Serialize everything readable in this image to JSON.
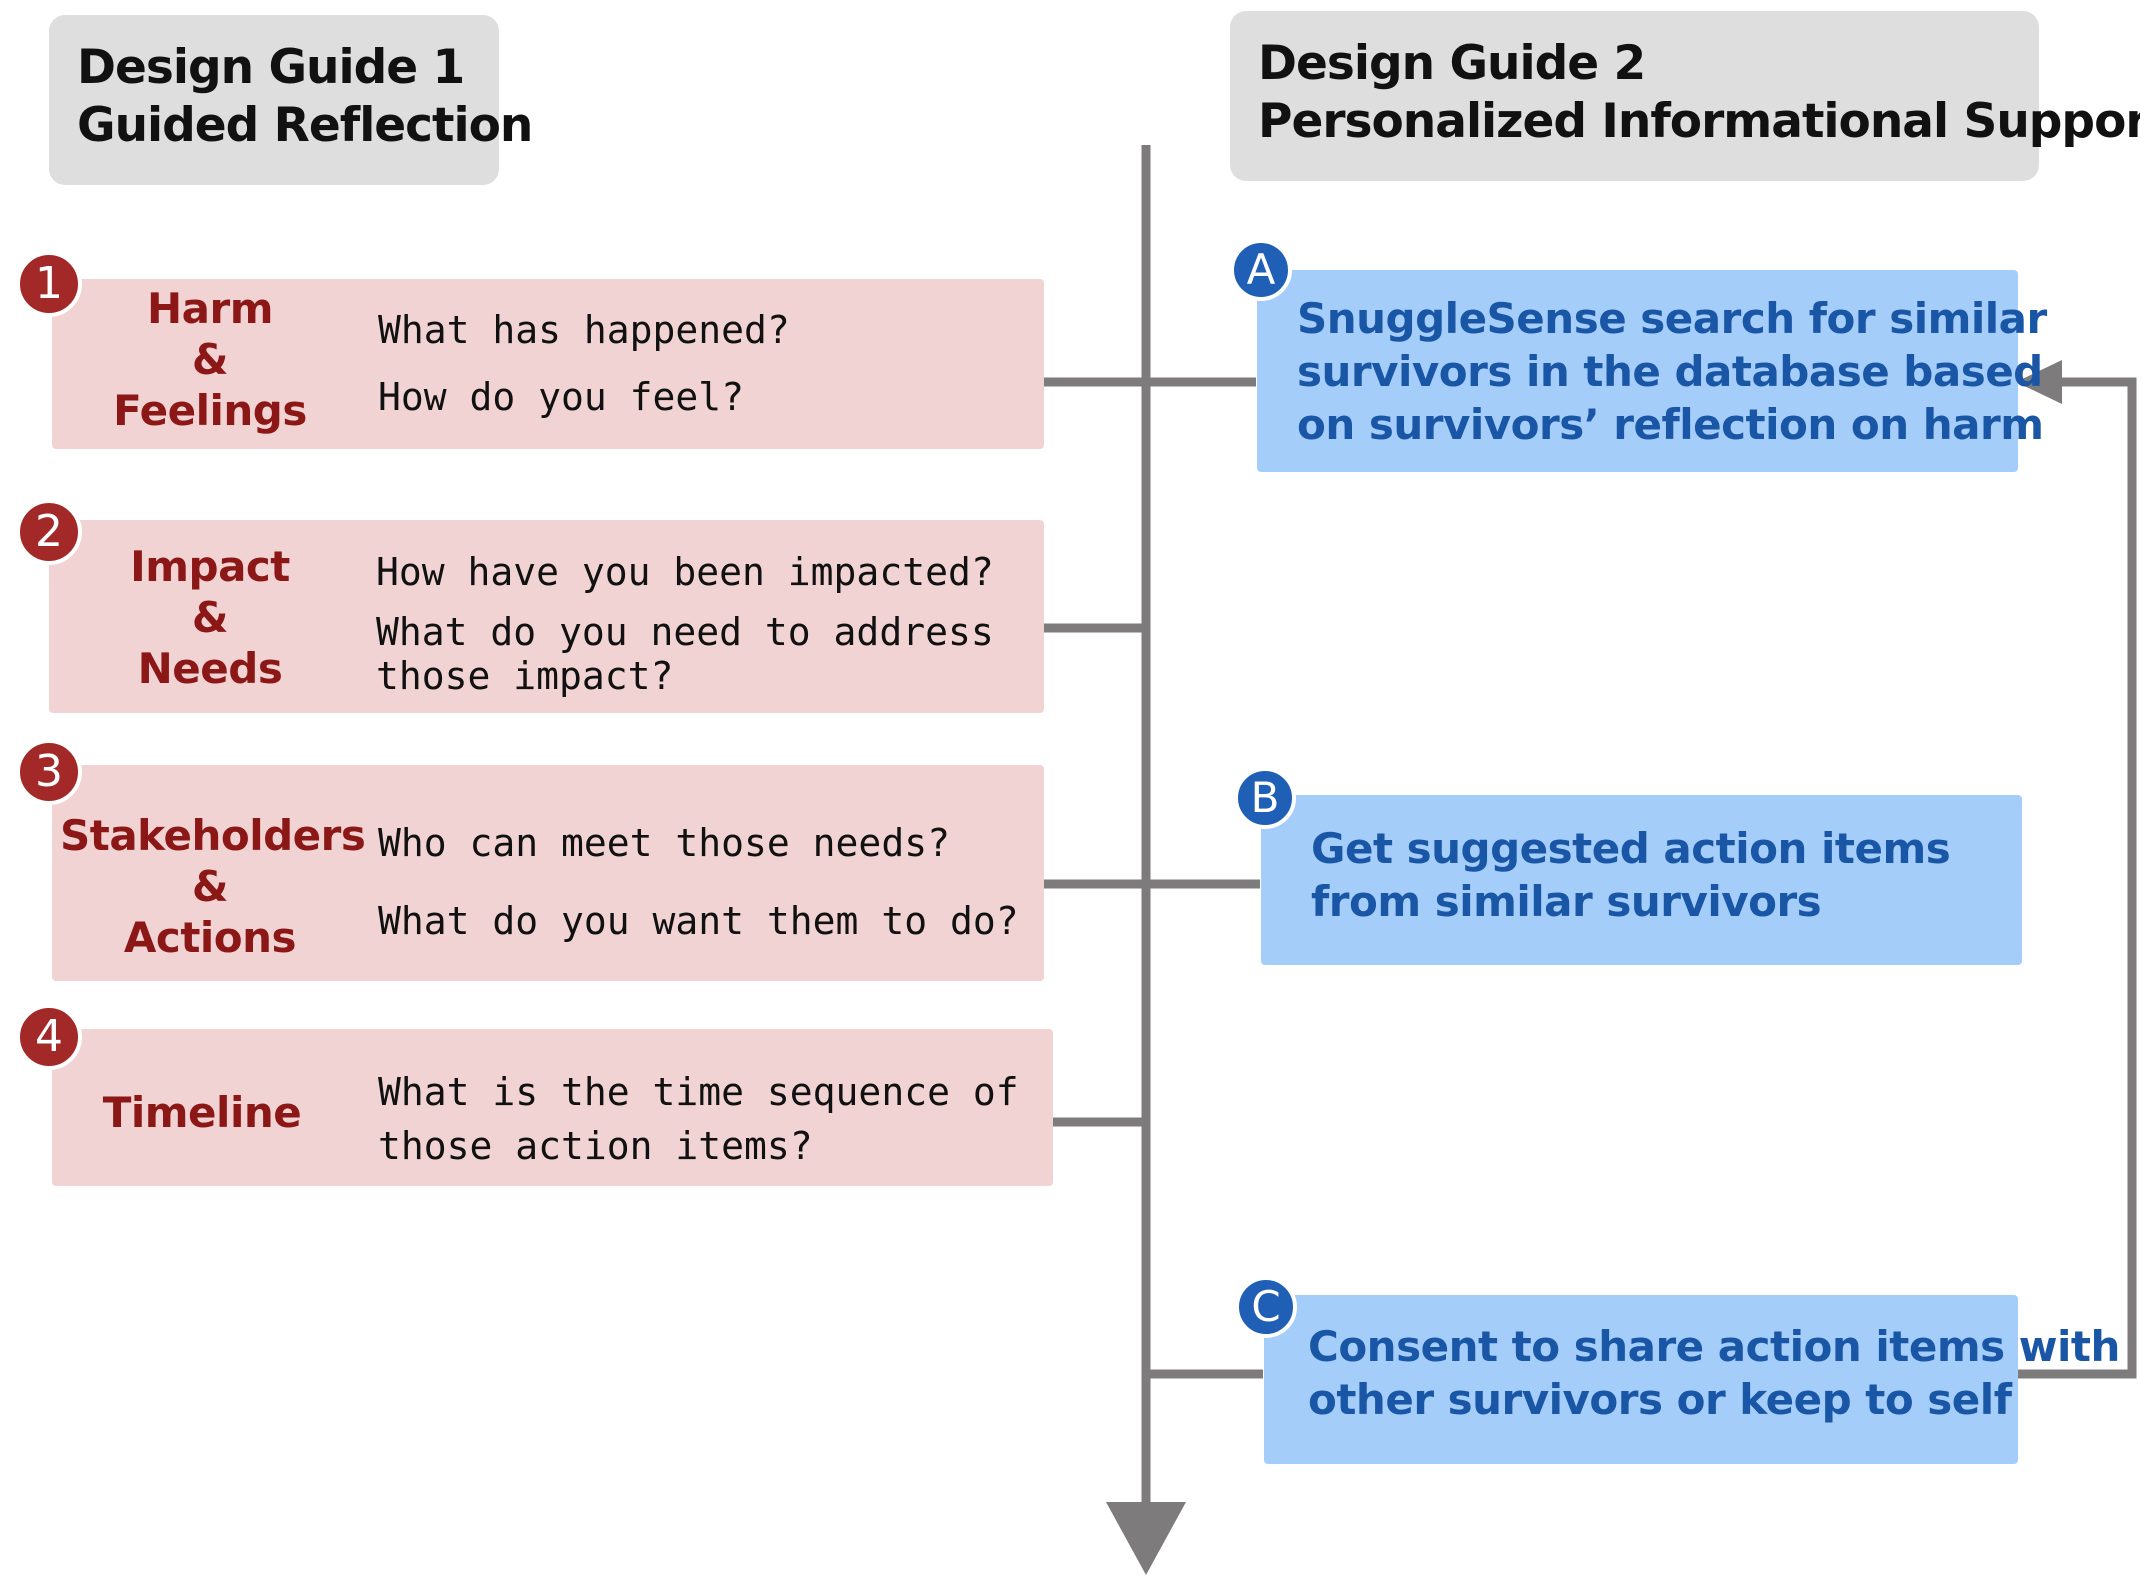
{
  "guide1": {
    "line1": "Design Guide 1",
    "line2": "Guided Reflection"
  },
  "guide2": {
    "line1": "Design Guide 2",
    "line2": "Personalized Informational Support"
  },
  "steps": [
    {
      "number": "1",
      "label": [
        "Harm",
        "&",
        "Feelings"
      ],
      "questions": [
        "What has happened?",
        "How do you feel?"
      ]
    },
    {
      "number": "2",
      "label": [
        "Impact",
        "&",
        "Needs"
      ],
      "questions": [
        "How have you been impacted?",
        "What do you need to address",
        "those impact?"
      ]
    },
    {
      "number": "3",
      "label": [
        "Stakeholders",
        "&",
        "Actions"
      ],
      "questions": [
        "Who can meet those needs?",
        "What do you want them to do?"
      ]
    },
    {
      "number": "4",
      "label": [
        "Timeline"
      ],
      "questions": [
        "What is the time sequence of",
        "those action items?"
      ]
    }
  ],
  "support": [
    {
      "letter": "A",
      "lines": [
        "SnuggleSense search for similar",
        "survivors in the database based",
        "on survivors’ reflection on harm"
      ]
    },
    {
      "letter": "B",
      "lines": [
        "Get suggested action items",
        "from similar survivors"
      ]
    },
    {
      "letter": "C",
      "lines": [
        "Consent to share action items with",
        "other survivors or keep to self"
      ]
    }
  ],
  "colors": {
    "header_bg": "#dedede",
    "step_bg": "#f1d3d3",
    "step_badge": "#a32929",
    "step_label": "#8c1717",
    "support_bg": "#a5cdfa",
    "support_text": "#1a56a6",
    "support_badge": "#1f5fb6",
    "connector": "#7d7b7b"
  }
}
